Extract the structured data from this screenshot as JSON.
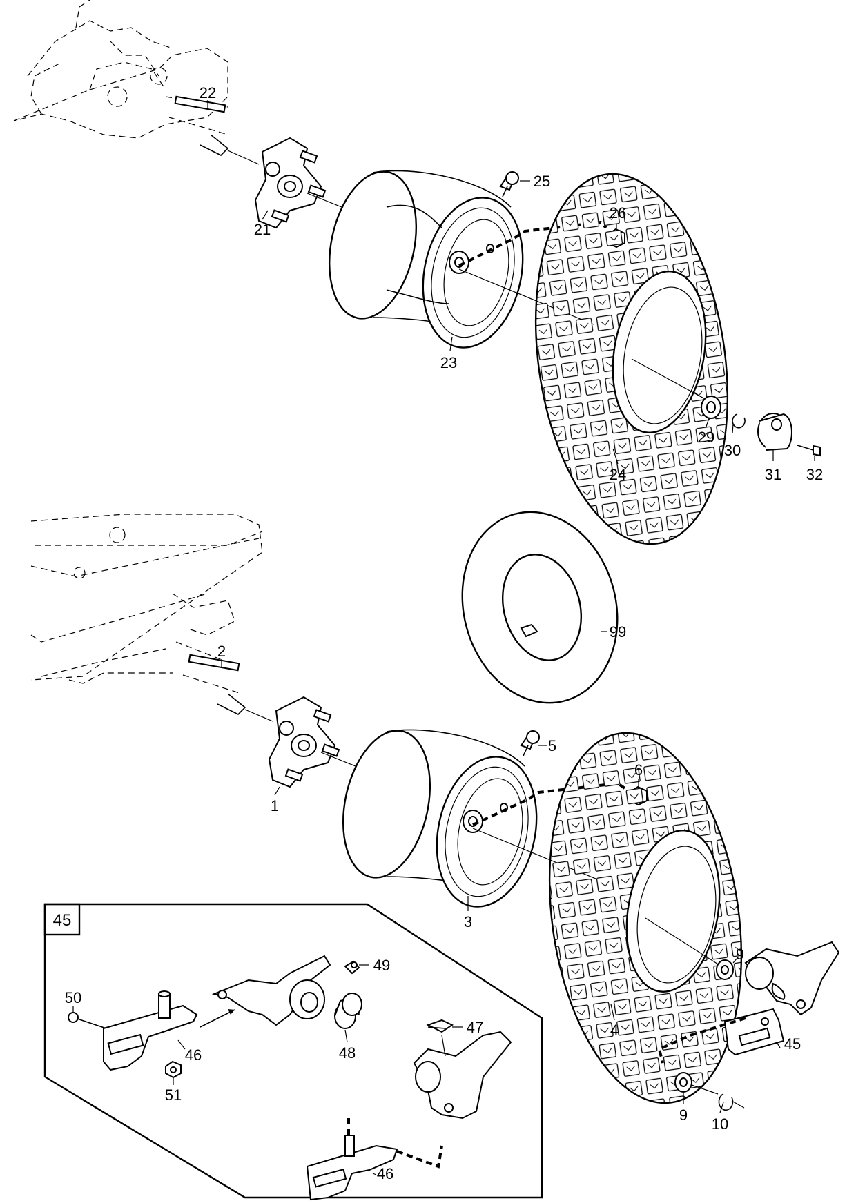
{
  "inset": {
    "label": "45"
  },
  "callouts": {
    "c22": "22",
    "c21": "21",
    "c25": "25",
    "c26": "26",
    "c23": "23",
    "c24": "24",
    "c29": "29",
    "c30": "30",
    "c31": "31",
    "c32": "32",
    "c99": "99",
    "c2": "2",
    "c5": "5",
    "c1": "1",
    "c6": "6",
    "c3": "3",
    "c4": "4",
    "c9a": "9",
    "c45": "45",
    "c9b": "9",
    "c10": "10",
    "c49": "49",
    "c50": "50",
    "c46a": "46",
    "c48": "48",
    "c47": "47",
    "c51": "51",
    "c46b": "46"
  }
}
